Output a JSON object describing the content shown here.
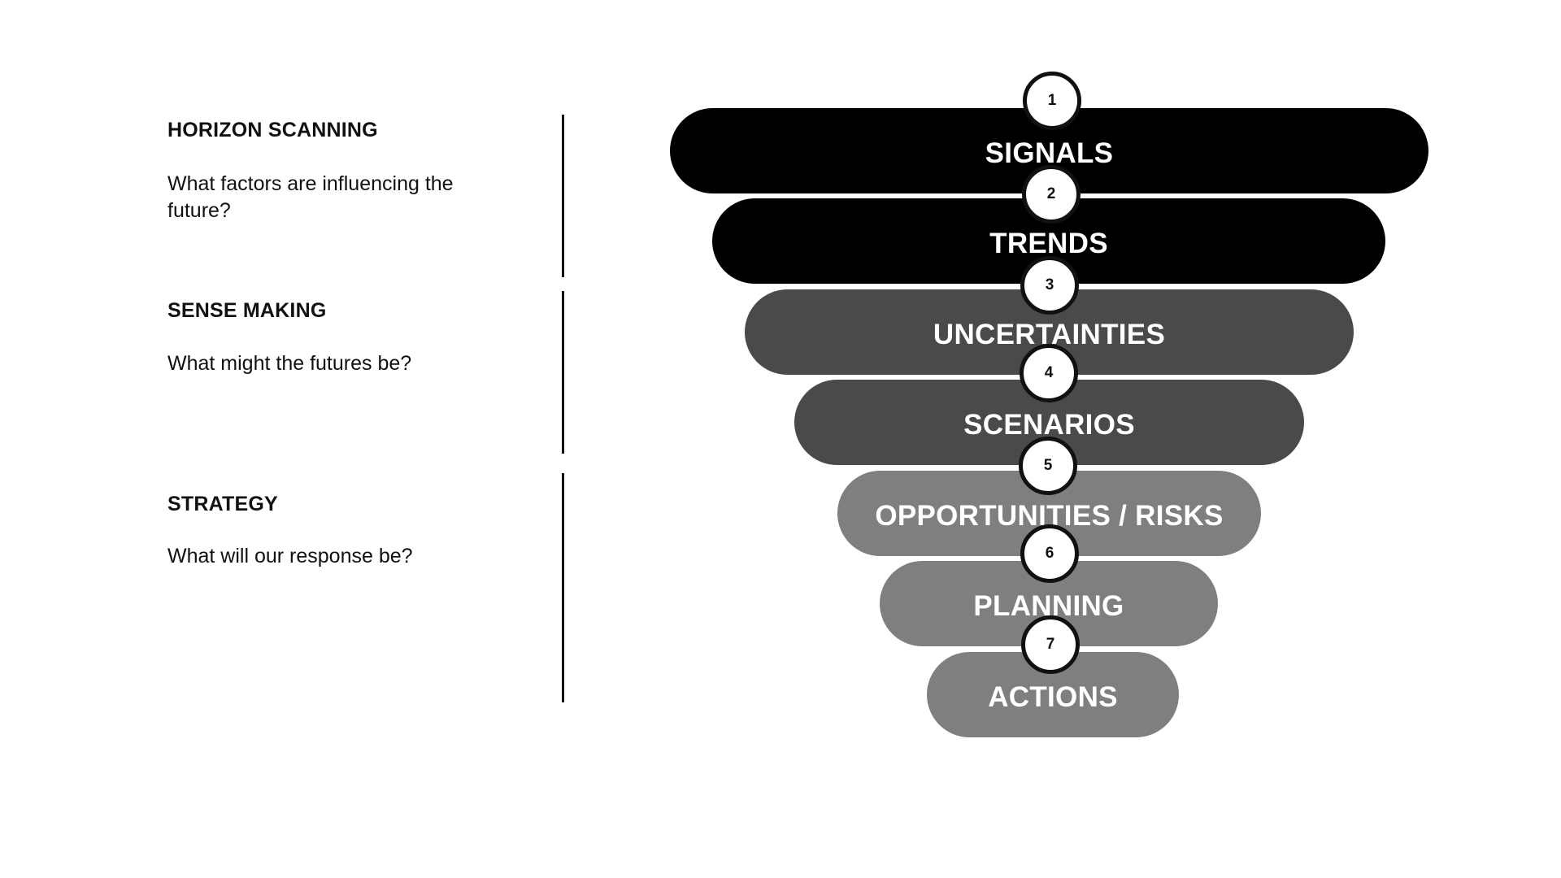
{
  "sections": [
    {
      "title": "HORIZON SCANNING",
      "question": "What factors are influencing the future?"
    },
    {
      "title": "SENSE MAKING",
      "question": "What might the futures be?"
    },
    {
      "title": "STRATEGY",
      "question": "What will our response be?"
    }
  ],
  "funnel": [
    {
      "number": "1",
      "label": "SIGNALS",
      "color": "#000000"
    },
    {
      "number": "2",
      "label": "TRENDS",
      "color": "#000000"
    },
    {
      "number": "3",
      "label": "UNCERTAINTIES",
      "color": "#4a4a4a"
    },
    {
      "number": "4",
      "label": "SCENARIOS",
      "color": "#4a4a4a"
    },
    {
      "number": "5",
      "label": "OPPORTUNITIES / RISKS",
      "color": "#7f7f7f"
    },
    {
      "number": "6",
      "label": "PLANNING",
      "color": "#7f7f7f"
    },
    {
      "number": "7",
      "label": "ACTIONS",
      "color": "#7f7f7f"
    }
  ]
}
